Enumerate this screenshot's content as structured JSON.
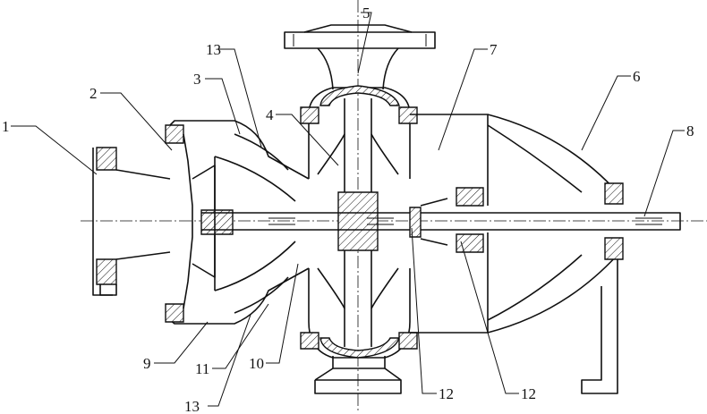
{
  "labels": {
    "l1": "1",
    "l2": "2",
    "l3": "3",
    "l4": "4",
    "l5": "5",
    "l6": "6",
    "l7": "7",
    "l8": "8",
    "l9": "9",
    "l10": "10",
    "l11": "11",
    "l12a": "12",
    "l12b": "12",
    "l13a": "13",
    "l13b": "13"
  }
}
